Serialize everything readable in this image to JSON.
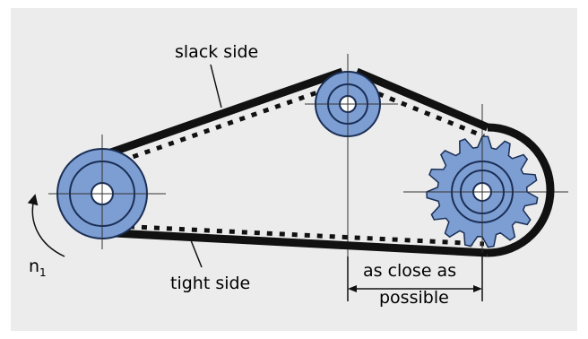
{
  "figure": {
    "labels": {
      "slack_side": "slack side",
      "tight_side": "tight side",
      "spacing_line1": "as close as",
      "spacing_line2": "possible",
      "speed_symbol": "n",
      "speed_subscript": "1"
    },
    "colors": {
      "background": "#ececec",
      "pulley_fill": "#7c9ed2",
      "belt": "#111111",
      "centerlines": "#333333"
    },
    "components": [
      "drive pulley",
      "idler pulley",
      "sprocket",
      "toothed belt",
      "rotation arrow",
      "spacing dimension"
    ]
  }
}
